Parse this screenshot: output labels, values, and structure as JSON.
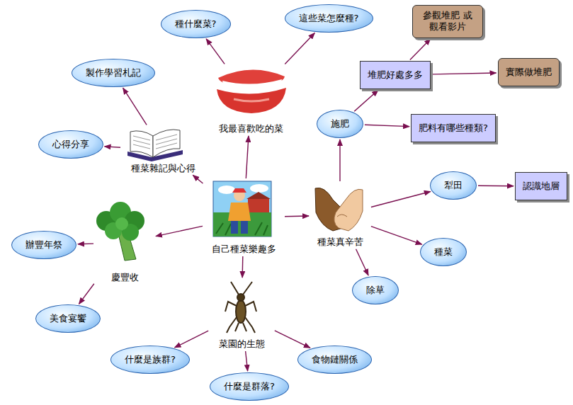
{
  "diagram": {
    "nodes": [
      {
        "text": [
          "自己種菜樂趣多"
        ]
      },
      {
        "text": [
          "我最喜歡吃的菜"
        ]
      },
      {
        "text": [
          "種什麼菜?"
        ]
      },
      {
        "text": [
          "這些菜怎麼種?"
        ]
      },
      {
        "text": [
          "種菜雜記與心得"
        ]
      },
      {
        "text": [
          "製作學習札記"
        ]
      },
      {
        "text": [
          "心得分享"
        ]
      },
      {
        "text": [
          "慶豐收"
        ]
      },
      {
        "text": [
          "辦豐年祭"
        ]
      },
      {
        "text": [
          "美食宴饗"
        ]
      },
      {
        "text": [
          "菜園的生態"
        ]
      },
      {
        "text": [
          "什麼是族群?"
        ]
      },
      {
        "text": [
          "什麼是群落?"
        ]
      },
      {
        "text": [
          "食物鏈關係"
        ]
      },
      {
        "text": [
          "種菜真辛苦"
        ]
      },
      {
        "text": [
          "施肥"
        ]
      },
      {
        "text": [
          "堆肥好處多多"
        ]
      },
      {
        "text": [
          "參觀堆肥 或觀看影片"
        ]
      },
      {
        "text": [
          "實際做堆肥"
        ]
      },
      {
        "text": [
          "肥料有哪些種類?"
        ]
      },
      {
        "text": [
          "犁田"
        ]
      },
      {
        "text": [
          "認識地層"
        ]
      },
      {
        "text": [
          "種菜"
        ]
      },
      {
        "text": [
          "除草"
        ]
      }
    ],
    "edges": [
      {
        "from": 0,
        "to": 1,
        "arrow": "to"
      },
      {
        "from": 0,
        "to": 4,
        "arrow": "to"
      },
      {
        "from": 0,
        "to": 7,
        "arrow": "to"
      },
      {
        "from": 0,
        "to": 10,
        "arrow": "to"
      },
      {
        "from": 0,
        "to": 14,
        "arrow": "to"
      },
      {
        "from": 1,
        "to": 2,
        "arrow": "to"
      },
      {
        "from": 1,
        "to": 3,
        "arrow": "to"
      },
      {
        "from": 4,
        "to": 5,
        "arrow": "to"
      },
      {
        "from": 4,
        "to": 6,
        "arrow": "to"
      },
      {
        "from": 7,
        "to": 8,
        "arrow": "to"
      },
      {
        "from": 7,
        "to": 9,
        "arrow": "to"
      },
      {
        "from": 10,
        "to": 11,
        "arrow": "to"
      },
      {
        "from": 10,
        "to": 12,
        "arrow": "to"
      },
      {
        "from": 10,
        "to": 13,
        "arrow": "to"
      },
      {
        "from": 14,
        "to": 15,
        "arrow": "to"
      },
      {
        "from": 14,
        "to": 20,
        "arrow": "to"
      },
      {
        "from": 14,
        "to": 22,
        "arrow": "to"
      },
      {
        "from": 14,
        "to": 23,
        "arrow": "to"
      },
      {
        "from": 15,
        "to": 16,
        "arrow": "to"
      },
      {
        "from": 15,
        "to": 19,
        "arrow": "to"
      },
      {
        "from": 16,
        "to": 17,
        "arrow": "to"
      },
      {
        "from": 16,
        "to": 18,
        "arrow": "to"
      },
      {
        "from": 20,
        "to": 21,
        "arrow": "to"
      }
    ]
  }
}
